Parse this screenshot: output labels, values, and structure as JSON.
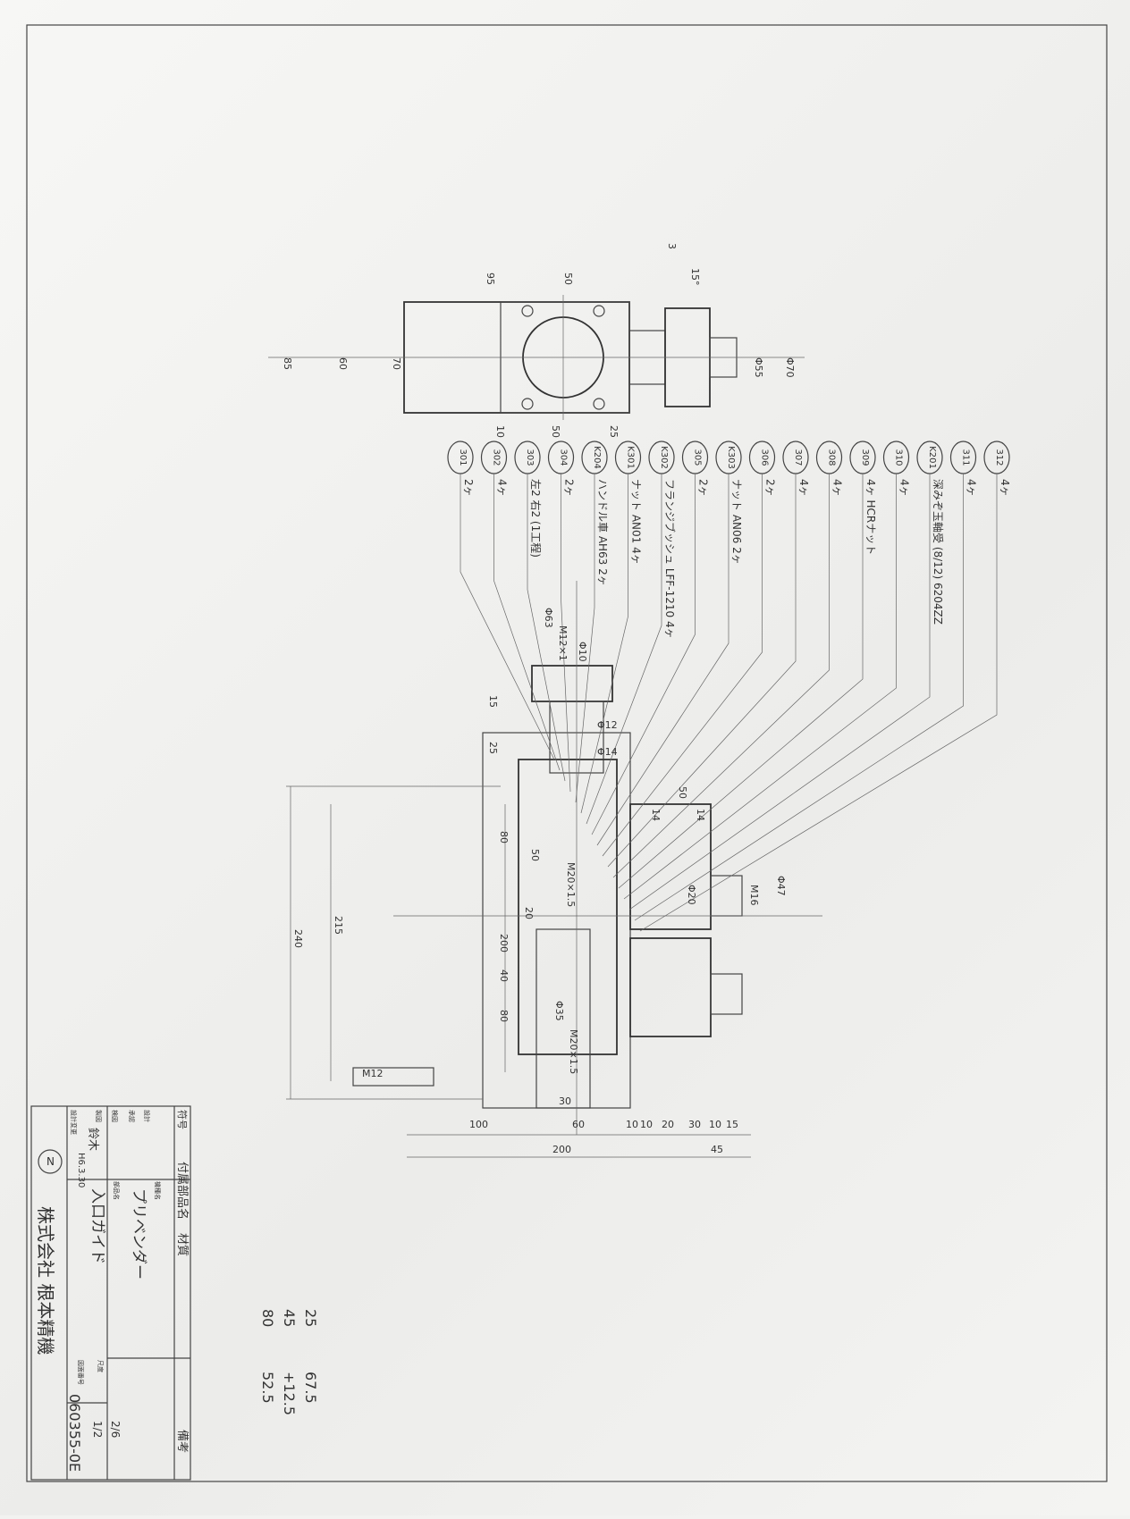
{
  "balloons": [
    {
      "no": "301",
      "note": "2ヶ"
    },
    {
      "no": "302",
      "note": "4ヶ"
    },
    {
      "no": "303",
      "note": "左2 右2 (1工程)"
    },
    {
      "no": "304",
      "note": "2ヶ"
    },
    {
      "no": "K204",
      "note": "ハンドル車 AH63 2ヶ"
    },
    {
      "no": "K301",
      "note": "ナット AN01 4ヶ"
    },
    {
      "no": "K302",
      "note": "フランジブッシュ LFF-1210 4ヶ"
    },
    {
      "no": "305",
      "note": "2ヶ"
    },
    {
      "no": "K303",
      "note": "ナット AN06 2ヶ"
    },
    {
      "no": "306",
      "note": "2ヶ"
    },
    {
      "no": "307",
      "note": "4ヶ"
    },
    {
      "no": "308",
      "note": "4ヶ"
    },
    {
      "no": "309",
      "note": "4ヶ HCRナット"
    },
    {
      "no": "310",
      "note": "4ヶ"
    },
    {
      "no": "K201",
      "note": "深みぞ玉軸受 (8/12) 6204ZZ"
    },
    {
      "no": "311",
      "note": "4ヶ"
    },
    {
      "no": "312",
      "note": "4ヶ"
    }
  ],
  "top_view_dims": [
    "95",
    "50",
    "85",
    "60",
    "70",
    "10",
    "50",
    "25",
    "Φ55",
    "Φ70",
    "3",
    "15°"
  ],
  "main_view_dims": [
    "Φ63",
    "M12×1",
    "Φ10",
    "15",
    "25",
    "Φ12",
    "Φ14",
    "240",
    "215",
    "200",
    "80",
    "50",
    "20",
    "40",
    "80",
    "M20×1.5",
    "Φ35",
    "M20×1.5",
    "50",
    "14",
    "14",
    "Φ47",
    "M16",
    "Φ20",
    "M12",
    "30",
    "100",
    "60",
    "10",
    "10",
    "20",
    "30",
    "10",
    "15",
    "200",
    "45"
  ],
  "title_block": {
    "col_symbol": "符号",
    "col_part": "付属部品名",
    "col_material": "材質",
    "col_remarks": "備考",
    "machine_label": "機種名",
    "machine_name": "プリベンダー",
    "part_label": "部品名",
    "part_name": "入口ガイド",
    "drawn_label": "製図",
    "drawn_by": "鈴木",
    "date": "H6.3.30",
    "check_label": "検図",
    "approve_label": "承認",
    "design_label": "設計",
    "change_label": "設計変更",
    "scale_label": "尺度",
    "scale": "1/2",
    "sheet": "2/6",
    "drawing_no_label": "図面番号",
    "drawing_no": "060355-0E",
    "company": "株式会社 根本精機",
    "logo": "N"
  },
  "handwritten_notes": [
    "80",
    "45",
    "25",
    "52.5",
    "+12.5",
    "67.5"
  ]
}
